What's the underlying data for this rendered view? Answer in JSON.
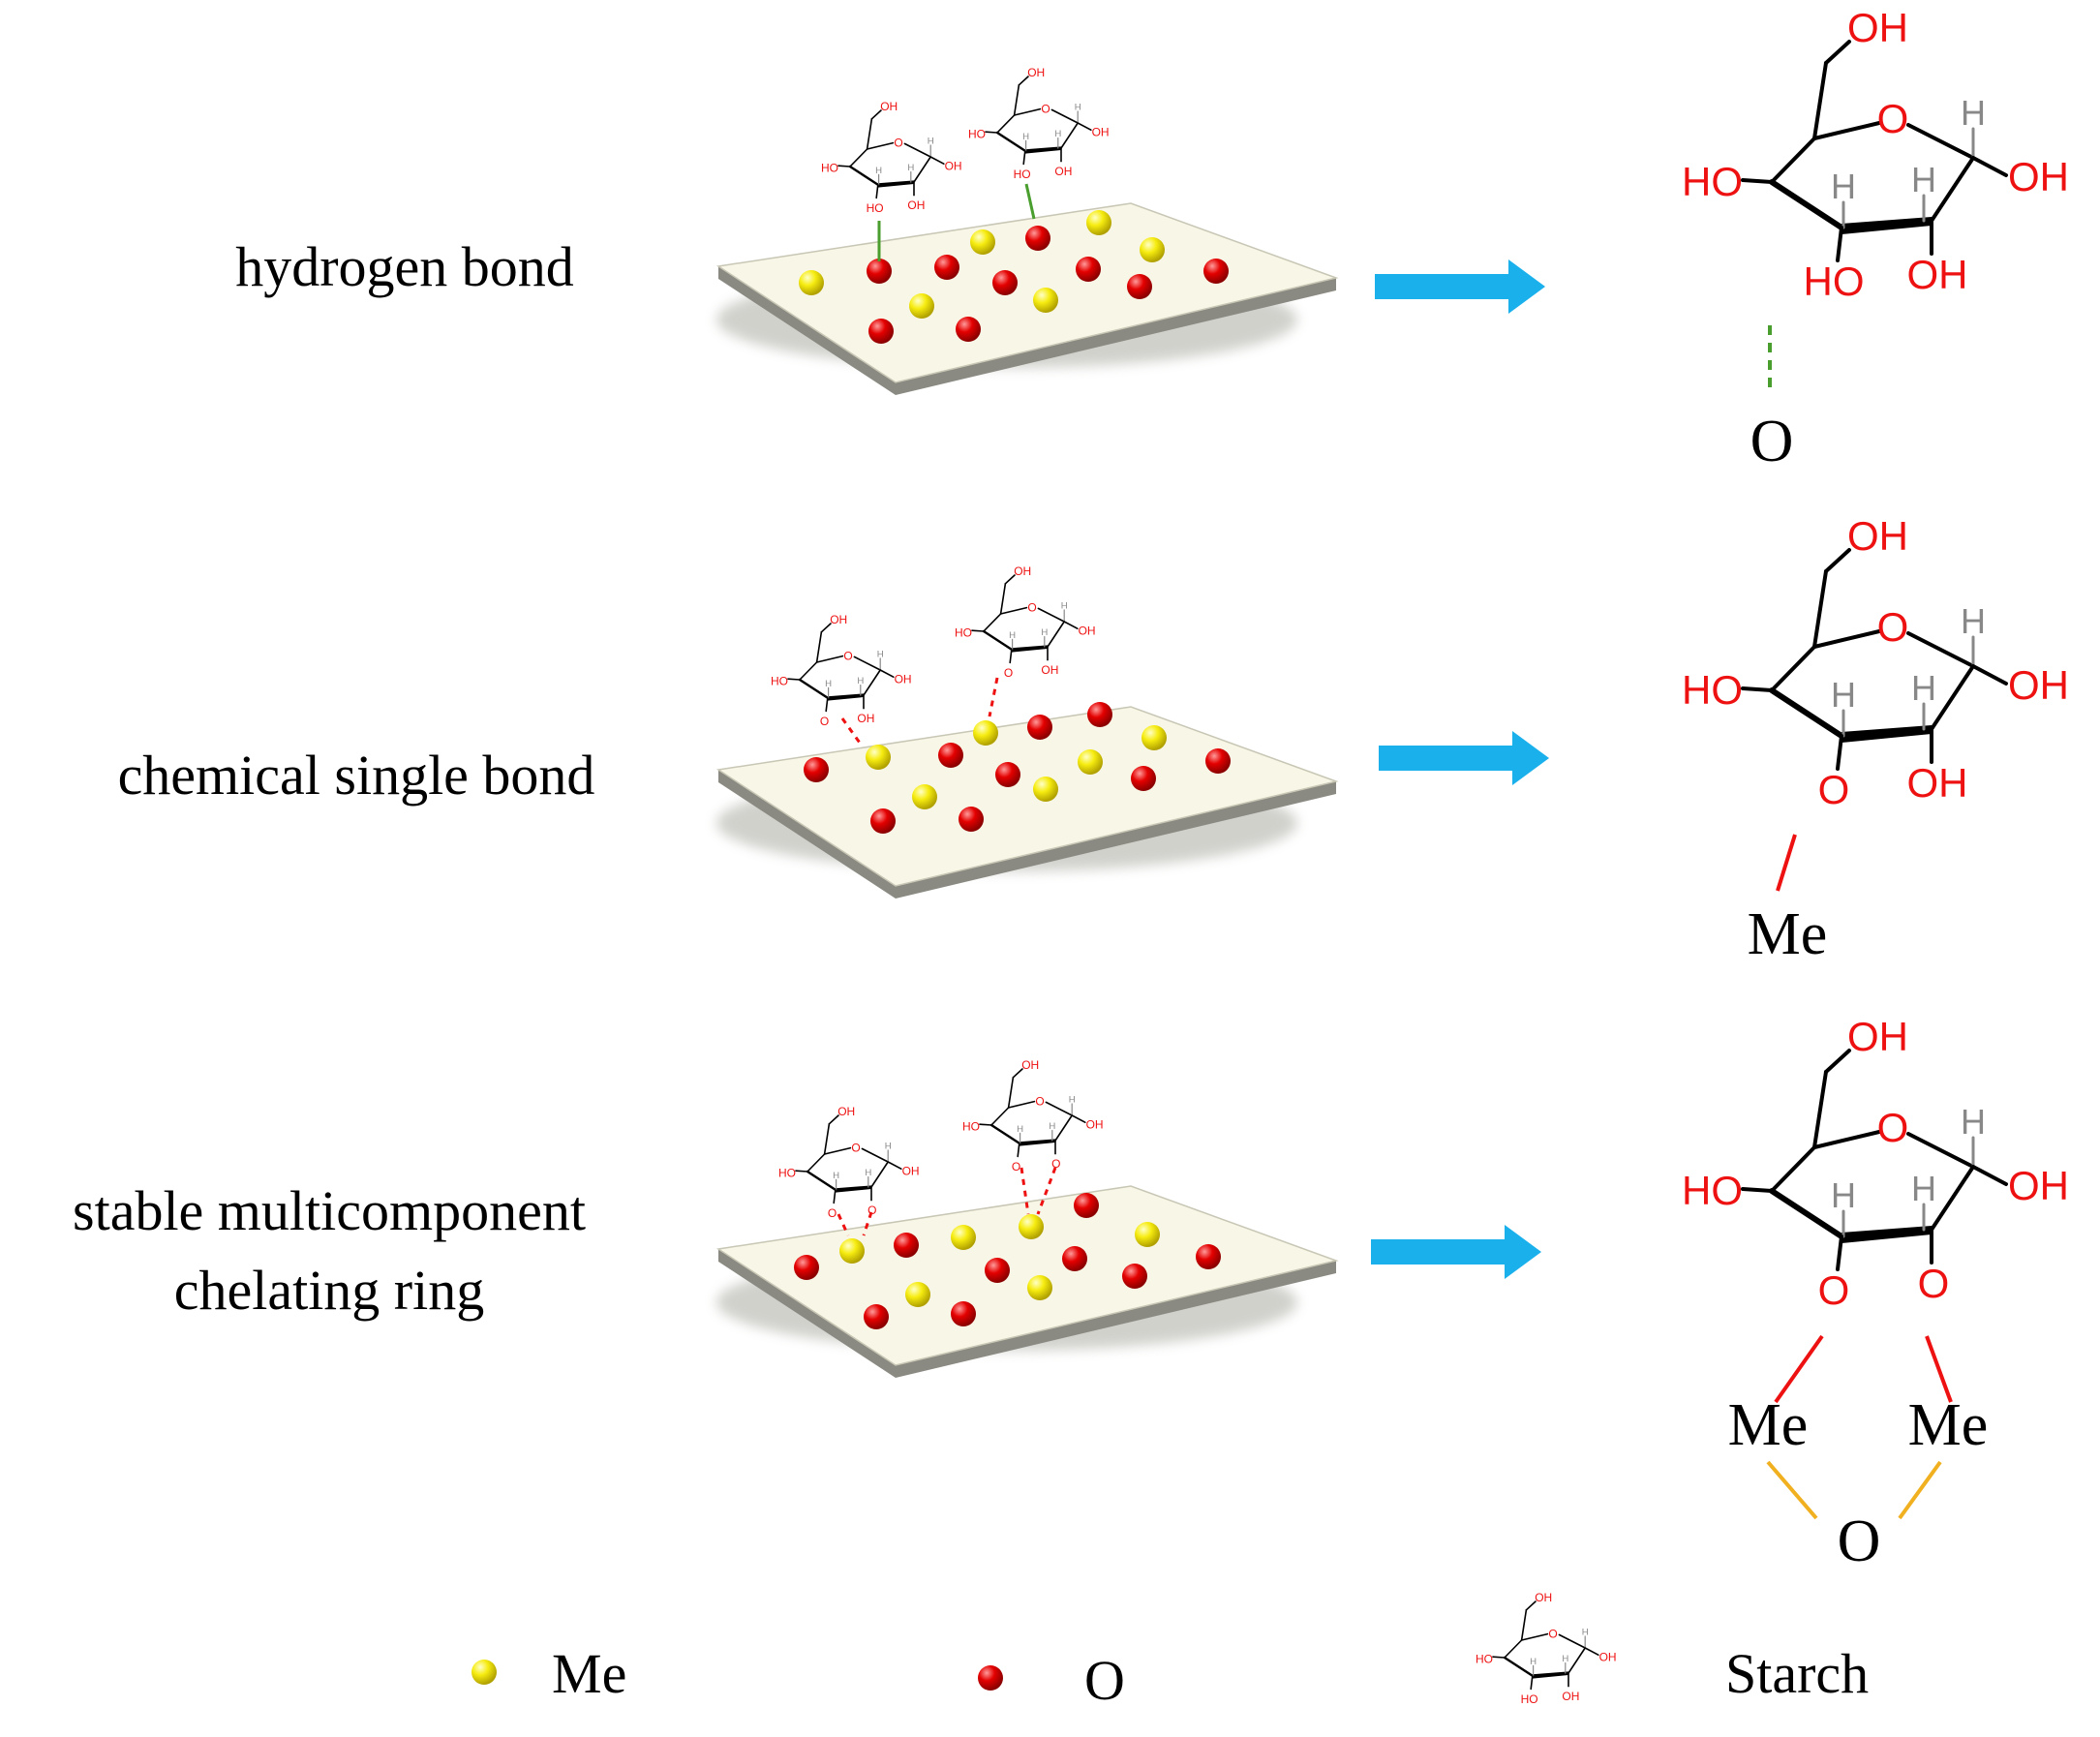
{
  "rows": [
    {
      "label_lines": [
        "hydrogen bond"
      ],
      "substituent": "O",
      "bond": "hydrogen-dashed"
    },
    {
      "label_lines": [
        "chemical single bond"
      ],
      "substituent": "Me",
      "bond": "single"
    },
    {
      "label_lines": [
        "stable multicomponent",
        "chelating ring"
      ],
      "substituent_left": "Me",
      "substituent_right": "Me",
      "bridge": "O",
      "bond": "chelate"
    }
  ],
  "molecule": {
    "oh": "OH",
    "ho": "HO",
    "ring_o": "O",
    "h": "H",
    "o": "O"
  },
  "legend": {
    "me_label": "Me",
    "o_label": "O",
    "starch_label": "Starch"
  },
  "colors": {
    "me_sphere": "#f2e400",
    "o_sphere": "#e00000",
    "arrow": "#1ab0ec",
    "hetero_text": "#ee1111",
    "h_text": "#888888",
    "hbond": "#4a9e2e",
    "chelate_bridge": "#f0b020",
    "surface": "#f8f6e6"
  }
}
